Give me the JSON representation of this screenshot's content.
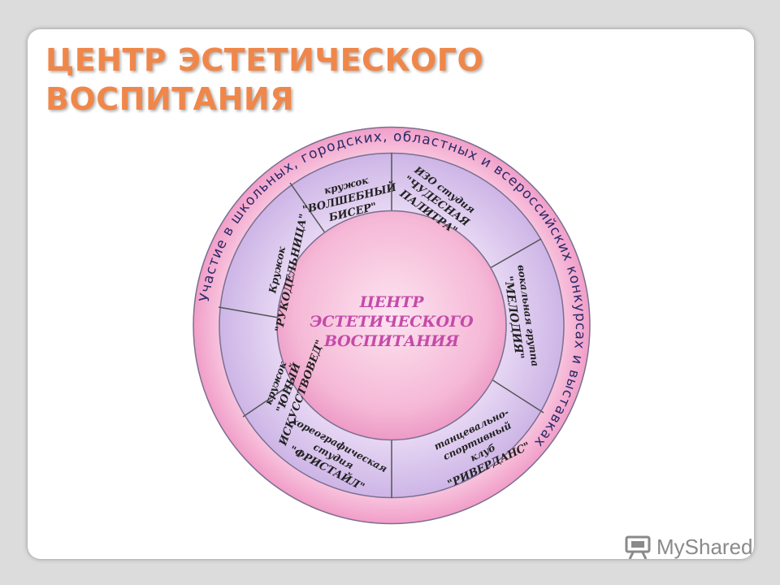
{
  "slide": {
    "title_line1": "ЦЕНТР ЭСТЕТИЧЕСКОГО",
    "title_line2": "ВОСПИТАНИЯ"
  },
  "diagram": {
    "center_lines": [
      "ЦЕНТР",
      "ЭСТЕТИЧЕСКОГО",
      "ВОСПИТАНИЯ"
    ],
    "segments": [
      {
        "id": "beads",
        "lines": [
          "кружок",
          "\"ВОЛШЕБНЫЙ",
          "БИСЕР\""
        ]
      },
      {
        "id": "izo",
        "lines": [
          "ИЗО студия",
          "\"ЧУДЕСНАЯ",
          "ПАЛИТРА\""
        ]
      },
      {
        "id": "vocal",
        "lines": [
          "вокальная группа",
          "\"МЕЛОДИЯ\""
        ]
      },
      {
        "id": "dance",
        "lines": [
          "танцевально-",
          "спортивный",
          "клуб",
          "\"РИВЕРДАНС\""
        ]
      },
      {
        "id": "choreo",
        "lines": [
          "хореографическая",
          "студия",
          "\"ФРИСТАЙЛ\""
        ]
      },
      {
        "id": "art",
        "lines": [
          "кружок",
          "\"ЮНЫЙ",
          "ИСКУССТВОВЕД\""
        ]
      },
      {
        "id": "craft",
        "lines": [
          "Кружок",
          "\"РУКОДЕЛЬНИЦА\""
        ]
      }
    ],
    "outer_ring_words": [
      "Участие",
      "в",
      "школьных,",
      "городских,",
      "областных",
      "и",
      "всероссийских",
      "конкурсах",
      "и",
      "выставках"
    ]
  },
  "colors": {
    "title": "#f0874a",
    "ring_outer": "#f4a4cc",
    "segments": "#dcc7ee",
    "center": "#f7c9df",
    "center_text": "#c54aa8",
    "outline": "#6e6e8a"
  },
  "logo": {
    "text": "MyShared",
    "icon": "projector-screen-icon"
  }
}
